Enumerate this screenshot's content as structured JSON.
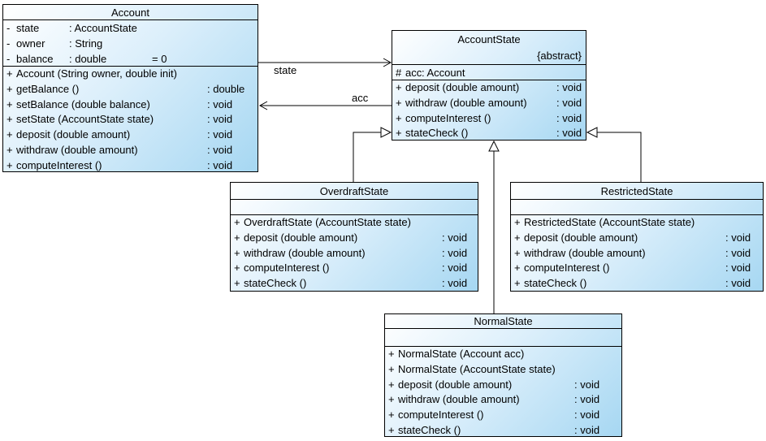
{
  "classes": {
    "account": {
      "name": "Account",
      "attributes": [
        {
          "vis": "-",
          "name": "state",
          "type": ": AccountState",
          "default": ""
        },
        {
          "vis": "-",
          "name": "owner",
          "type": ": String",
          "default": ""
        },
        {
          "vis": "-",
          "name": "balance",
          "type": ": double",
          "default": "= 0"
        }
      ],
      "methods": [
        {
          "vis": "+",
          "sig": "Account (String owner, double init)",
          "ret": ""
        },
        {
          "vis": "+",
          "sig": "getBalance ()",
          "ret": ": double"
        },
        {
          "vis": "+",
          "sig": "setBalance (double balance)",
          "ret": ": void"
        },
        {
          "vis": "+",
          "sig": "setState (AccountState state)",
          "ret": ": void"
        },
        {
          "vis": "+",
          "sig": "deposit (double amount)",
          "ret": ": void"
        },
        {
          "vis": "+",
          "sig": "withdraw (double amount)",
          "ret": ": void"
        },
        {
          "vis": "+",
          "sig": "computeInterest ()",
          "ret": ": void"
        }
      ]
    },
    "account_state": {
      "name": "AccountState",
      "stereotype": "{abstract}",
      "attributes": [
        {
          "vis": "#",
          "name": "acc",
          "type": ": Account",
          "default": ""
        }
      ],
      "methods": [
        {
          "vis": "+",
          "sig": "deposit (double amount)",
          "ret": ": void"
        },
        {
          "vis": "+",
          "sig": "withdraw (double amount)",
          "ret": ": void"
        },
        {
          "vis": "+",
          "sig": "computeInterest ()",
          "ret": ": void"
        },
        {
          "vis": "+",
          "sig": "stateCheck ()",
          "ret": ": void"
        }
      ]
    },
    "overdraft_state": {
      "name": "OverdraftState",
      "methods": [
        {
          "vis": "+",
          "sig": "OverdraftState (AccountState state)",
          "ret": ""
        },
        {
          "vis": "+",
          "sig": "deposit (double amount)",
          "ret": ": void"
        },
        {
          "vis": "+",
          "sig": "withdraw (double amount)",
          "ret": ": void"
        },
        {
          "vis": "+",
          "sig": "computeInterest ()",
          "ret": ": void"
        },
        {
          "vis": "+",
          "sig": "stateCheck ()",
          "ret": ": void"
        }
      ]
    },
    "restricted_state": {
      "name": "RestrictedState",
      "methods": [
        {
          "vis": "+",
          "sig": "RestrictedState (AccountState state)",
          "ret": ""
        },
        {
          "vis": "+",
          "sig": "deposit (double amount)",
          "ret": ": void"
        },
        {
          "vis": "+",
          "sig": "withdraw (double amount)",
          "ret": ": void"
        },
        {
          "vis": "+",
          "sig": "computeInterest ()",
          "ret": ": void"
        },
        {
          "vis": "+",
          "sig": "stateCheck ()",
          "ret": ": void"
        }
      ]
    },
    "normal_state": {
      "name": "NormalState",
      "methods": [
        {
          "vis": "+",
          "sig": "NormalState (Account acc)",
          "ret": ""
        },
        {
          "vis": "+",
          "sig": "NormalState (AccountState state)",
          "ret": ""
        },
        {
          "vis": "+",
          "sig": "deposit (double amount)",
          "ret": ": void"
        },
        {
          "vis": "+",
          "sig": "withdraw (double amount)",
          "ret": ": void"
        },
        {
          "vis": "+",
          "sig": "computeInterest ()",
          "ret": ": void"
        },
        {
          "vis": "+",
          "sig": "stateCheck ()",
          "ret": ": void"
        }
      ]
    }
  },
  "connectors": {
    "state_association": {
      "type": "association",
      "label": "state",
      "from": "Account",
      "to": "AccountState"
    },
    "acc_association": {
      "type": "association",
      "label": "acc",
      "from": "AccountState",
      "to": "Account"
    },
    "generalizations": [
      {
        "from": "OverdraftState",
        "to": "AccountState"
      },
      {
        "from": "RestrictedState",
        "to": "AccountState"
      },
      {
        "from": "NormalState",
        "to": "AccountState"
      }
    ]
  },
  "colors": {
    "box_fill_top_left": "#ffffff",
    "box_fill_bottom_right": "#a6d7f2",
    "box_border": "#000000",
    "text": "#000000",
    "background": "#ffffff"
  }
}
